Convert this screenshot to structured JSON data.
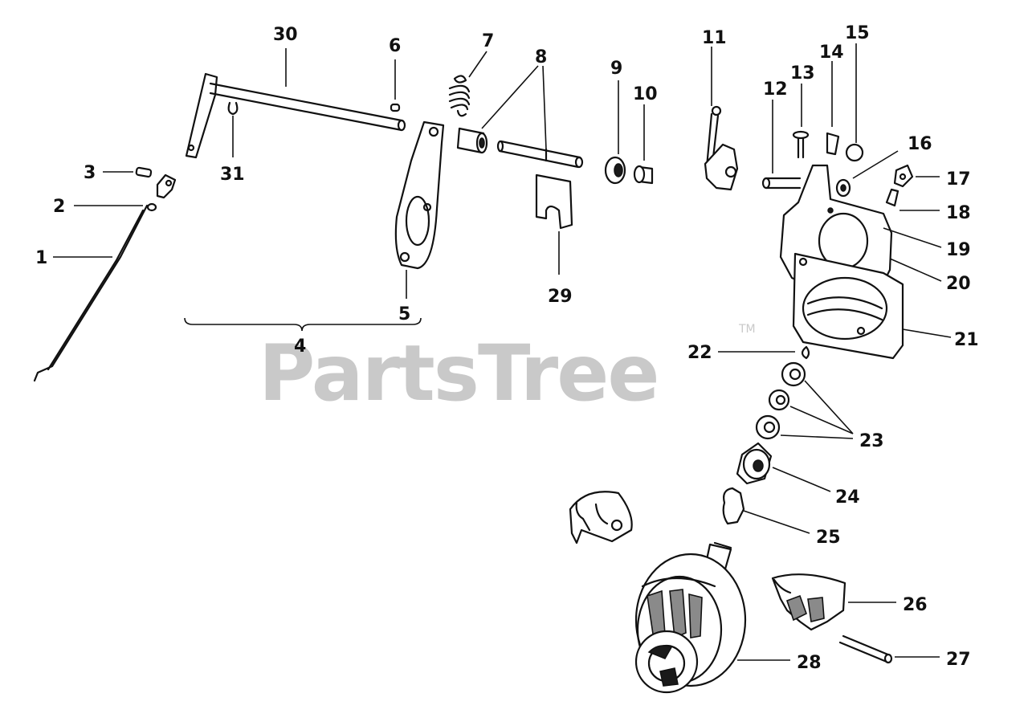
{
  "watermark": {
    "text": "PartsTree",
    "mark": "TM"
  },
  "callouts": {
    "c1": "1",
    "c2": "2",
    "c3": "3",
    "c4": "4",
    "c5": "5",
    "c6": "6",
    "c7": "7",
    "c8": "8",
    "c9": "9",
    "c10": "10",
    "c11": "11",
    "c12": "12",
    "c13": "13",
    "c14": "14",
    "c15": "15",
    "c16": "16",
    "c17": "17",
    "c18": "18",
    "c19": "19",
    "c20": "20",
    "c21": "21",
    "c22": "22",
    "c23": "23",
    "c24": "24",
    "c25": "25",
    "c26": "26",
    "c27": "27",
    "c28": "28",
    "c29": "29",
    "c30": "30",
    "c31": "31"
  }
}
